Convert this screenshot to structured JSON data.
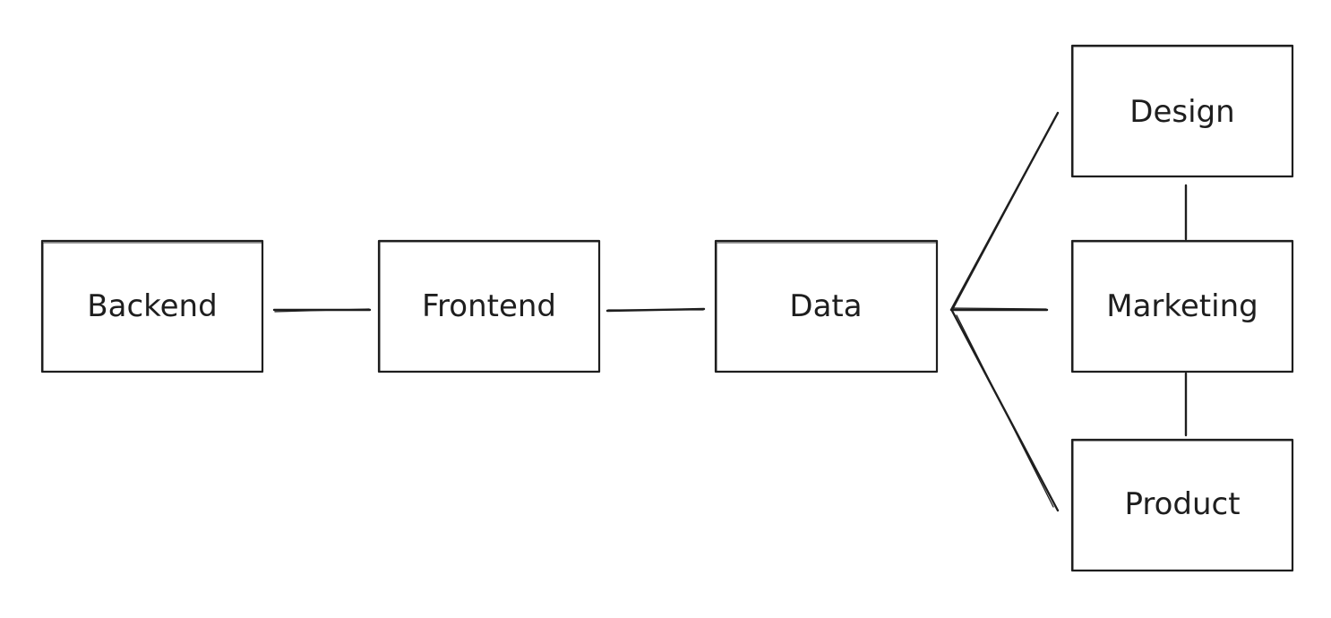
{
  "nodes": [
    {
      "id": "backend",
      "label": "Backend"
    },
    {
      "id": "frontend",
      "label": "Frontend"
    },
    {
      "id": "data",
      "label": "Data"
    },
    {
      "id": "design",
      "label": "Design"
    },
    {
      "id": "marketing",
      "label": "Marketing"
    },
    {
      "id": "product",
      "label": "Product"
    }
  ],
  "edges": [
    {
      "from": "backend",
      "to": "frontend"
    },
    {
      "from": "frontend",
      "to": "data"
    },
    {
      "from": "data",
      "to": "design"
    },
    {
      "from": "data",
      "to": "marketing"
    },
    {
      "from": "data",
      "to": "product"
    },
    {
      "from": "design",
      "to": "marketing"
    },
    {
      "from": "marketing",
      "to": "product"
    }
  ],
  "colors": {
    "stroke": "#1e1e1e",
    "background": "#ffffff"
  }
}
